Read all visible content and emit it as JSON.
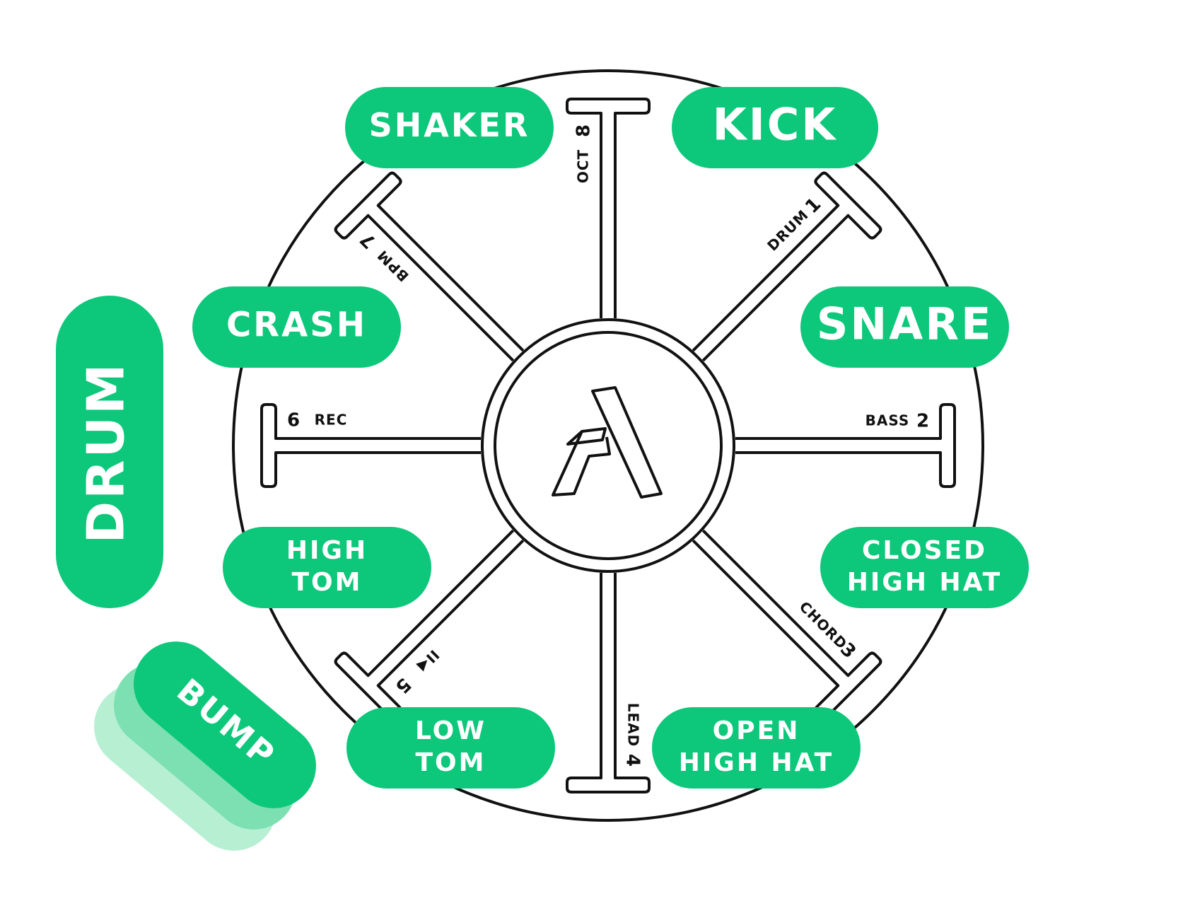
{
  "colors": {
    "accent": "#0DC77A",
    "accent_light": "#7DE0B2",
    "accent_lighter": "#B7EFD3",
    "line": "#111111",
    "background": "#FFFFFF"
  },
  "mode_label": "DRUM",
  "bump_label": "BUMP",
  "center_logo_icon": "a-logo-icon",
  "pads": [
    {
      "id": "shaker",
      "lines": [
        "SHAKER"
      ]
    },
    {
      "id": "kick",
      "lines": [
        "KICK"
      ]
    },
    {
      "id": "crash",
      "lines": [
        "CRASH"
      ]
    },
    {
      "id": "snare",
      "lines": [
        "SNARE"
      ]
    },
    {
      "id": "high-tom",
      "lines": [
        "HIGH",
        "TOM"
      ]
    },
    {
      "id": "closed-high-hat",
      "lines": [
        "CLOSED",
        "HIGH HAT"
      ]
    },
    {
      "id": "low-tom",
      "lines": [
        "LOW",
        "TOM"
      ]
    },
    {
      "id": "open-high-hat",
      "lines": [
        "OPEN",
        "HIGH HAT"
      ]
    }
  ],
  "spokes": [
    {
      "number": "1",
      "label": "DRUM"
    },
    {
      "number": "2",
      "label": "BASS"
    },
    {
      "number": "3",
      "label": "CHORD"
    },
    {
      "number": "4",
      "label": "LEAD"
    },
    {
      "number": "5",
      "label": "II◀"
    },
    {
      "number": "6",
      "label": "REC"
    },
    {
      "number": "7",
      "label": "BPM"
    },
    {
      "number": "8",
      "label": "OCT"
    }
  ]
}
